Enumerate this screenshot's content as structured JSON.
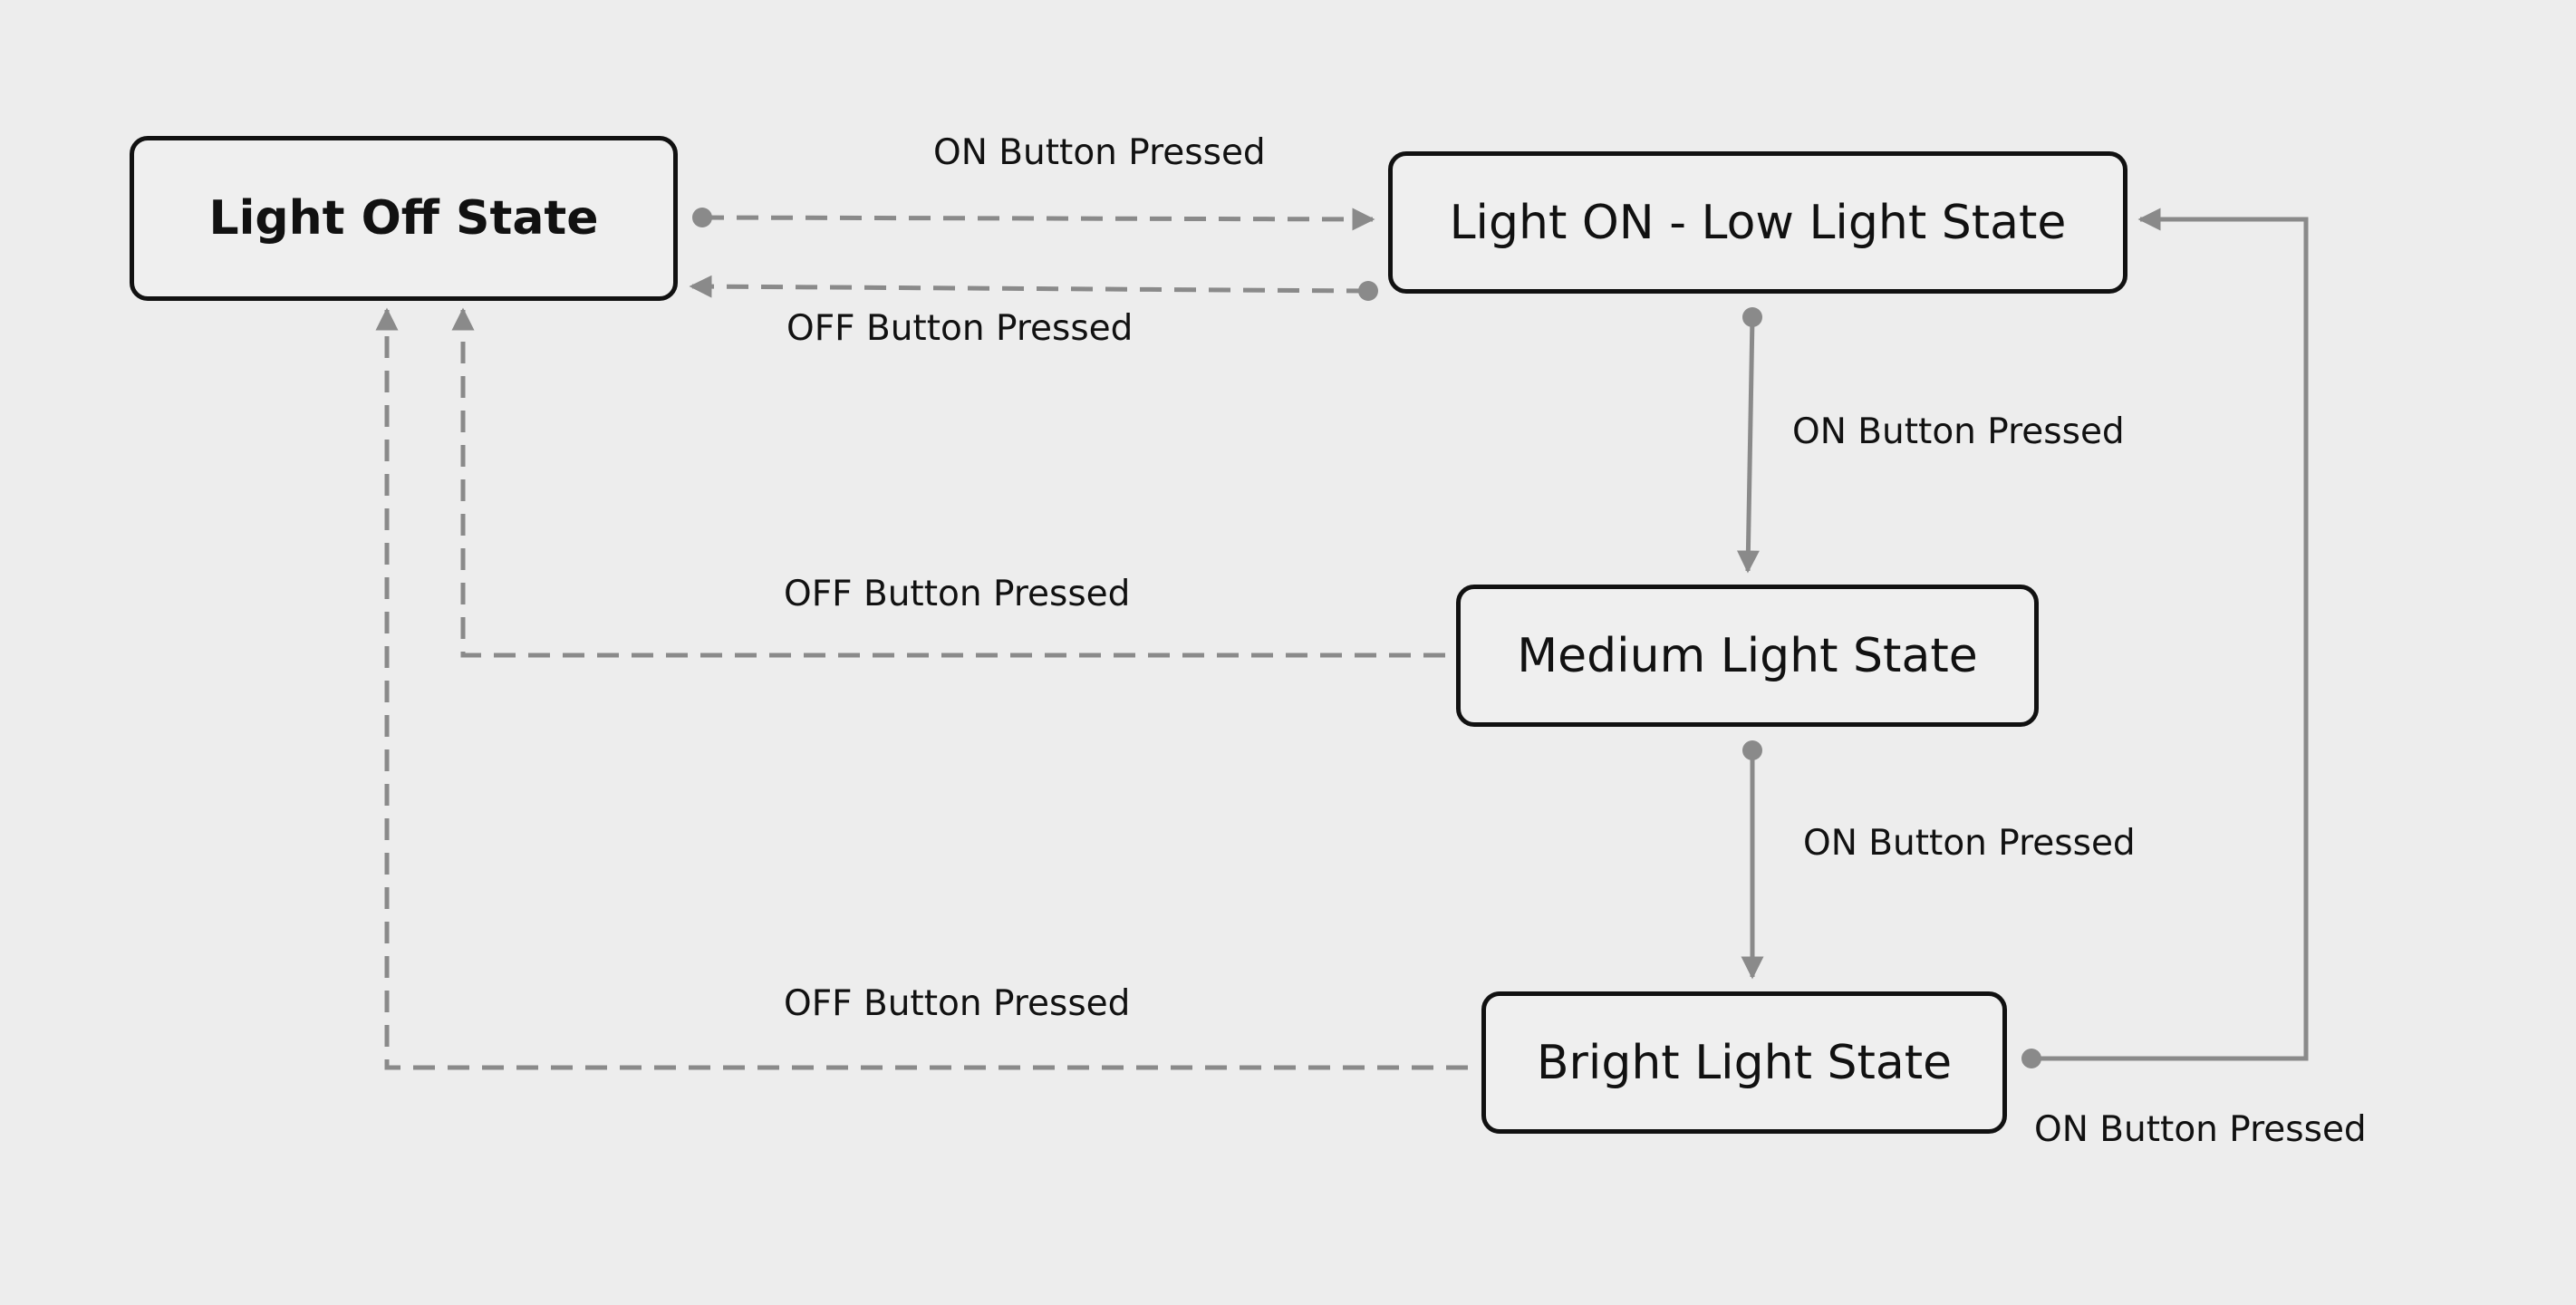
{
  "colors": {
    "background": "#ededed",
    "box_border": "#111111",
    "arrow": "#8a8a8a",
    "text": "#111111"
  },
  "states": {
    "off": "Light Off State",
    "low": "Light ON - Low Light State",
    "medium": "Medium Light State",
    "bright": "Bright Light State"
  },
  "transitions": [
    {
      "from": "off",
      "to": "low",
      "label": "ON Button Pressed",
      "style": "dashed"
    },
    {
      "from": "low",
      "to": "off",
      "label": "OFF Button Pressed",
      "style": "dashed"
    },
    {
      "from": "low",
      "to": "medium",
      "label": "ON Button Pressed",
      "style": "solid"
    },
    {
      "from": "medium",
      "to": "off",
      "label": "OFF Button Pressed",
      "style": "dashed"
    },
    {
      "from": "medium",
      "to": "bright",
      "label": "ON Button Pressed",
      "style": "solid"
    },
    {
      "from": "bright",
      "to": "off",
      "label": "OFF Button Pressed",
      "style": "dashed"
    },
    {
      "from": "bright",
      "to": "low",
      "label": "ON Button Pressed",
      "style": "solid"
    }
  ]
}
